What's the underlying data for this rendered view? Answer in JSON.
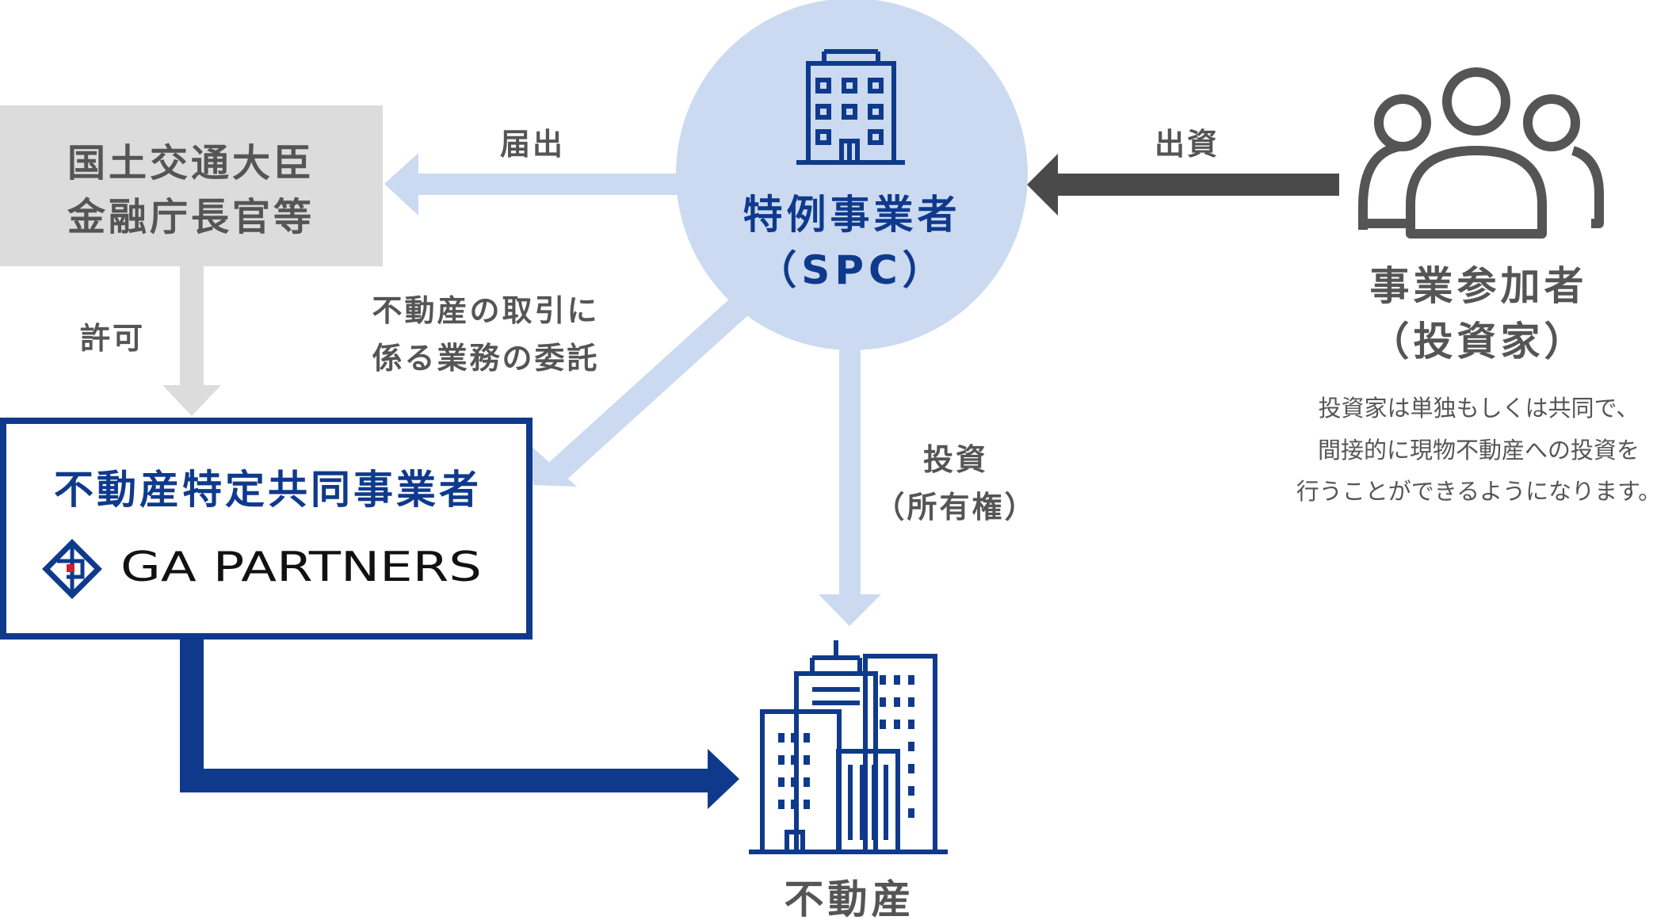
{
  "regulator": {
    "line1": "国土交通大臣",
    "line2": "金融庁長官等"
  },
  "spc": {
    "line1": "特例事業者",
    "line2": "（SPC）"
  },
  "investor": {
    "line1": "事業参加者",
    "line2": "（投資家）",
    "note_line1": "投資家は単独もしくは共同で、",
    "note_line2": "間接的に現物不動産への投資を",
    "note_line3": "行うことができるようになります。"
  },
  "operator": {
    "title": "不動産特定共同事業者",
    "company": "GA PARTNERS"
  },
  "property": {
    "label": "不動産"
  },
  "arrows": {
    "notification": "届出",
    "permission": "許可",
    "contribution": "出資",
    "delegation_line1": "不動産の取引に",
    "delegation_line2": "係る業務の委託",
    "investment_line1": "投資",
    "investment_line2": "（所有権）"
  },
  "colors": {
    "navy": "#0f3a8c",
    "light_blue": "#cbdaf0",
    "gray_box": "#dcdcdc",
    "gray_text": "#555555",
    "dark_arrow": "#4a4a4a"
  }
}
